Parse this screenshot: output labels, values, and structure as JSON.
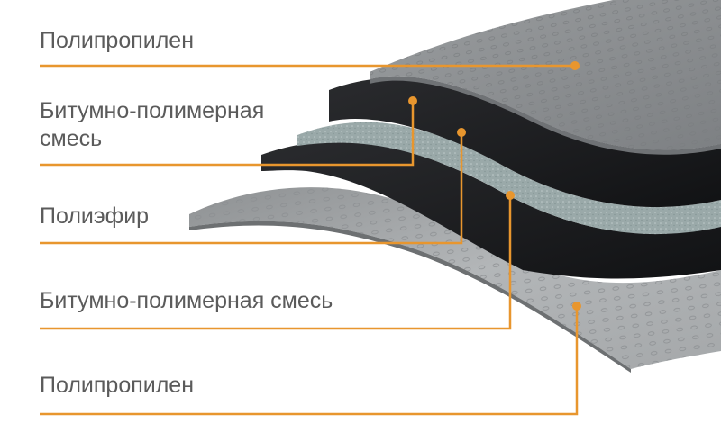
{
  "diagram": {
    "accent_color": "#e8962e",
    "layers": [
      {
        "label": "Полипропилен",
        "material": "polypropylene"
      },
      {
        "label": "Битумно-полимерная\nсмесь",
        "material": "bitumen-polymer"
      },
      {
        "label": "Полиэфир",
        "material": "polyester"
      },
      {
        "label": "Битумно-полимерная смесь",
        "material": "bitumen-polymer"
      },
      {
        "label": "Полипропилен",
        "material": "polypropylene"
      }
    ],
    "colors": {
      "polypropylene": "#8c8f91",
      "polypropylene_light": "#a7aaac",
      "bitumen": "#1b1c1e",
      "polyester": "#9aa9a9"
    }
  }
}
